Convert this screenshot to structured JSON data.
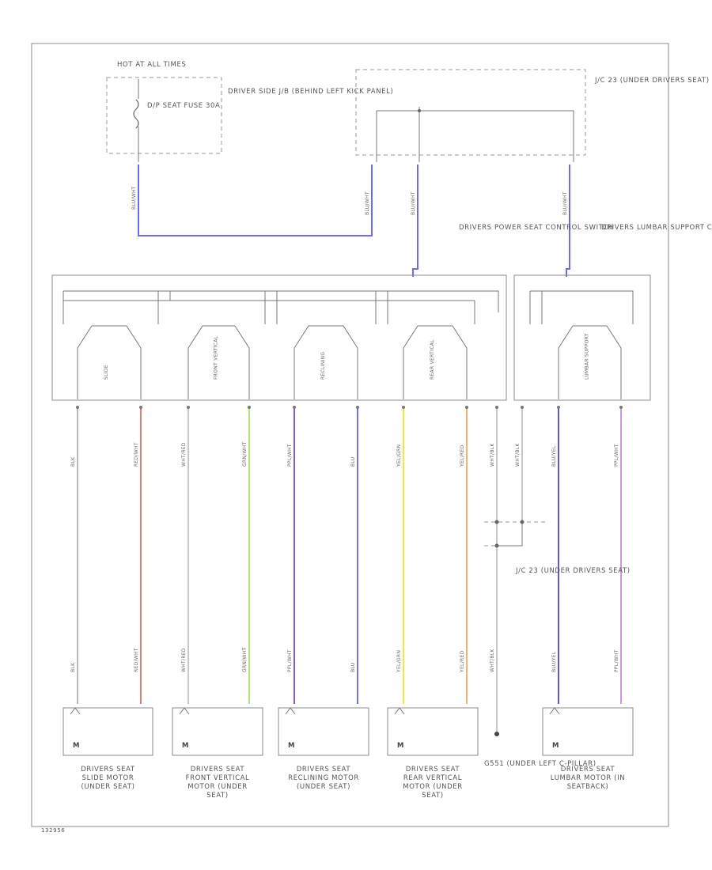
{
  "diagram": {
    "hot_at_label": "HOT AT ALL TIMES",
    "fuse": {
      "label": "D/P SEAT FUSE 30A",
      "location": "DRIVER SIDE J/B (BEHIND LEFT KICK PANEL)"
    },
    "junction_top": "J/C 23 (UNDER DRIVERS SEAT)",
    "junction_mid": "J/C 23 (UNDER DRIVERS SEAT)",
    "power_seat_switch": "DRIVERS POWER SEAT CONTROL SWITCH",
    "lumbar_switch": "DRIVERS LUMBAR SUPPORT CONTROL SWITCH",
    "switch_sections": [
      "SLIDE",
      "FRONT VERTICAL",
      "RECLINING",
      "REAR VERTICAL",
      "LUMBAR SUPPORT"
    ],
    "feed_wires": [
      "BLU/WHT",
      "BLU/WHT",
      "BLU/WHT",
      "BLU/WHT"
    ],
    "wires": [
      {
        "label": "BLK",
        "color": "#8a8a8a"
      },
      {
        "label": "RED/WHT",
        "color": "#d9827c"
      },
      {
        "label": "WHT/RED",
        "color": "#c8c8c8"
      },
      {
        "label": "GRN/WHT",
        "color": "#b7e07a"
      },
      {
        "label": "PPL/WHT",
        "color": "#8a56d6"
      },
      {
        "label": "BLU",
        "color": "#6f6ff2"
      },
      {
        "label": "YEL/GRN",
        "color": "#e6f03c"
      },
      {
        "label": "YEL/RED",
        "color": "#f7b26a"
      },
      {
        "label": "WHT/BLK",
        "color": "#a0a0a0"
      },
      {
        "label": "WHT/BLK",
        "color": "#a0a0a0"
      },
      {
        "label": "BLU/YEL",
        "color": "#5a5ae8"
      },
      {
        "label": "PPL/WHT",
        "color": "#c79be0"
      }
    ],
    "ground": "G551 (UNDER LEFT C-PILLAR)",
    "motors": [
      "DRIVERS SEAT SLIDE MOTOR (UNDER SEAT)",
      "DRIVERS SEAT FRONT VERTICAL MOTOR (UNDER SEAT)",
      "DRIVERS SEAT RECLINING MOTOR (UNDER SEAT)",
      "DRIVERS SEAT REAR VERTICAL MOTOR (UNDER SEAT)",
      "DRIVERS SEAT LUMBAR MOTOR (IN SEATBACK)"
    ],
    "diagram_id": "132956"
  }
}
